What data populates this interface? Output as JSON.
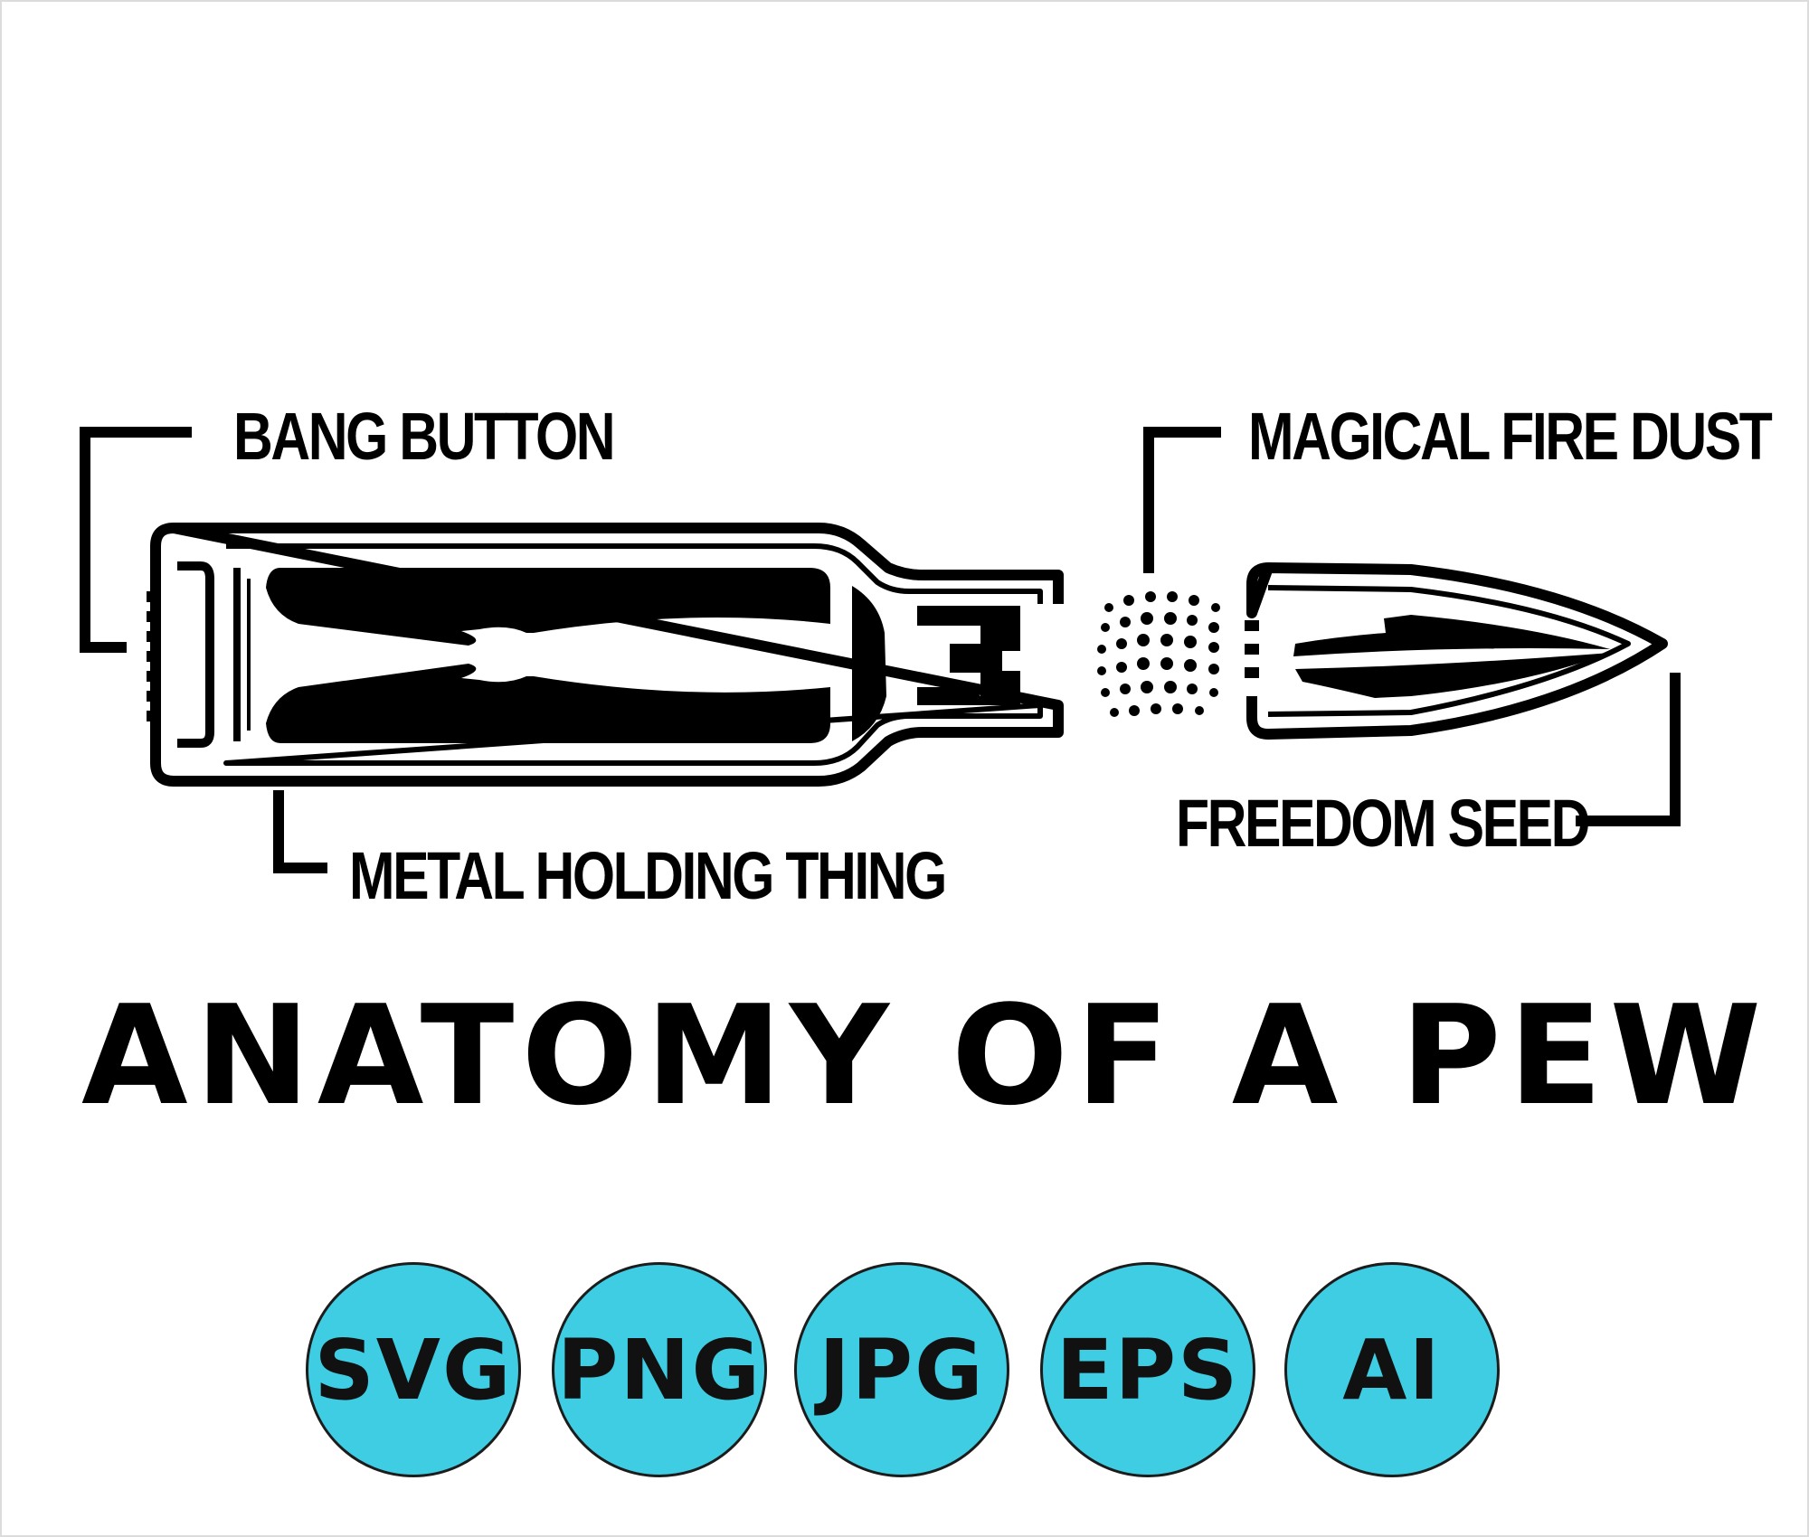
{
  "labels": {
    "primer": "BANG BUTTON",
    "case": "METAL HOLDING THING",
    "powder": "MAGICAL FIRE DUST",
    "bullet": "FREEDOM SEED"
  },
  "title": "ANATOMY OF A PEW",
  "formats": [
    "SVG",
    "PNG",
    "JPG",
    "EPS",
    "AI"
  ],
  "colors": {
    "ink": "#000000",
    "badge_fill": "#3ecde3",
    "background": "#ffffff"
  }
}
